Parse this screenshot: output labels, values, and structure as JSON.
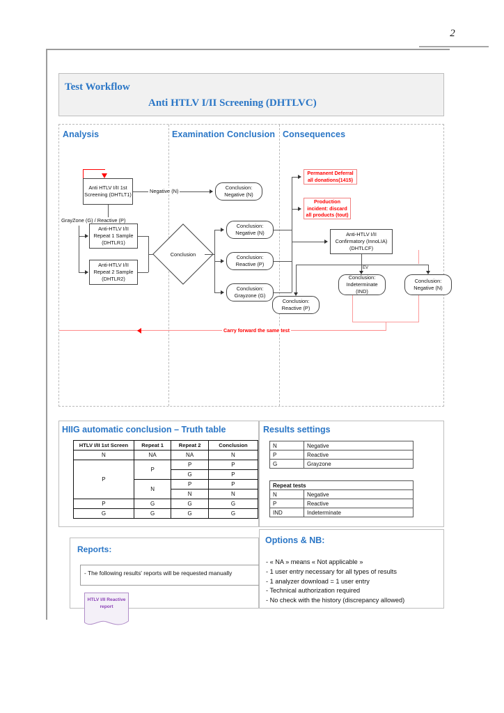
{
  "page": {
    "number": "2"
  },
  "title": {
    "main": "Test Workflow",
    "sub": "Anti HTLV I/II Screening (DHTLVC)"
  },
  "lanes": [
    {
      "label": "Analysis"
    },
    {
      "label": "Examination Conclusion"
    },
    {
      "label": "Consequences"
    }
  ],
  "flow": {
    "screening": "Anti HTLV I/II 1st Screening (DHTLT1)",
    "edge_negative": "Negative (N)",
    "edge_grayzone": "GrayZone (G) / Reactive (P)",
    "repeat1": "Anti-HTLV I/II Repeat 1 Sample (DHTLR1)",
    "repeat2": "Anti-HTLV I/II Repeat 2 Sample (DHTLR2)",
    "diamond": "Conclusion",
    "concl_negative_top": "Conclusion: Negative (N)",
    "concl_negative_mid": "Conclusion: Negative (N)",
    "concl_reactive": "Conclusion: Reactive (P)",
    "concl_grayzone": "Conclusion: Grayzone (G)",
    "permanent_deferral": "Permanent Deferral all donations(1415)",
    "production_incident": "Production incident: discard all products (tout)",
    "confirmatory": "Anti-HTLV I/II Confirmatory (InnoLIA) (DHTLCF)",
    "concl_indeterminate": "Conclusion: Indeterminate (IND)",
    "concl_negative_conf": "Conclusion: Negative (N)",
    "concl_reactive_conf": "Conclusion: Reactive (P)",
    "carry_forward": "Carry forward the same test",
    "ev_marker": "EV"
  },
  "truth_table": {
    "title": "HIIG automatic conclusion – Truth table",
    "headers": [
      "HTLV I/II 1st Screen",
      "Repeat 1",
      "Repeat 2",
      "Conclusion"
    ],
    "rows": [
      {
        "screen": "N",
        "repeat1": "NA",
        "repeat2": "NA",
        "conclusion": "N"
      },
      {
        "screen": "P",
        "repeat1": "P",
        "repeat2": "P",
        "conclusion": "P"
      },
      {
        "screen": "",
        "repeat1": "",
        "repeat2": "G",
        "conclusion": "P"
      },
      {
        "screen": "",
        "repeat1": "N",
        "repeat2": "P",
        "conclusion": "P"
      },
      {
        "screen": "",
        "repeat1": "",
        "repeat2": "N",
        "conclusion": "N"
      },
      {
        "screen": "P",
        "repeat1": "G",
        "repeat2": "G",
        "conclusion": "G"
      },
      {
        "screen": "G",
        "repeat1": "G",
        "repeat2": "G",
        "conclusion": "G"
      }
    ]
  },
  "results_settings": {
    "title": "Results settings",
    "primary": [
      {
        "code": "N",
        "meaning": "Negative"
      },
      {
        "code": "P",
        "meaning": "Reactive"
      },
      {
        "code": "G",
        "meaning": "Grayzone"
      }
    ],
    "repeat_header": "Repeat tests",
    "repeat": [
      {
        "code": "N",
        "meaning": "Negative"
      },
      {
        "code": "P",
        "meaning": "Reactive"
      },
      {
        "code": "IND",
        "meaning": "Indeterminate"
      }
    ]
  },
  "reports": {
    "title": "Reports:",
    "note": "- The following results' reports will be requested manually",
    "doc_label": "HTLV I/II Reactive report"
  },
  "options": {
    "title": "Options & NB:",
    "items": [
      "- « NA » means « Not applicable »",
      "- 1 user entry necessary for all types of results",
      "- 1 analyzer download = 1 user entry",
      "- Technical authorization required",
      "- No check with the history (discrepancy allowed)"
    ]
  },
  "colors": {
    "accent_blue": "#2a76c6",
    "alert_red": "#ff0000",
    "report_purple": "#8a3fb5"
  }
}
